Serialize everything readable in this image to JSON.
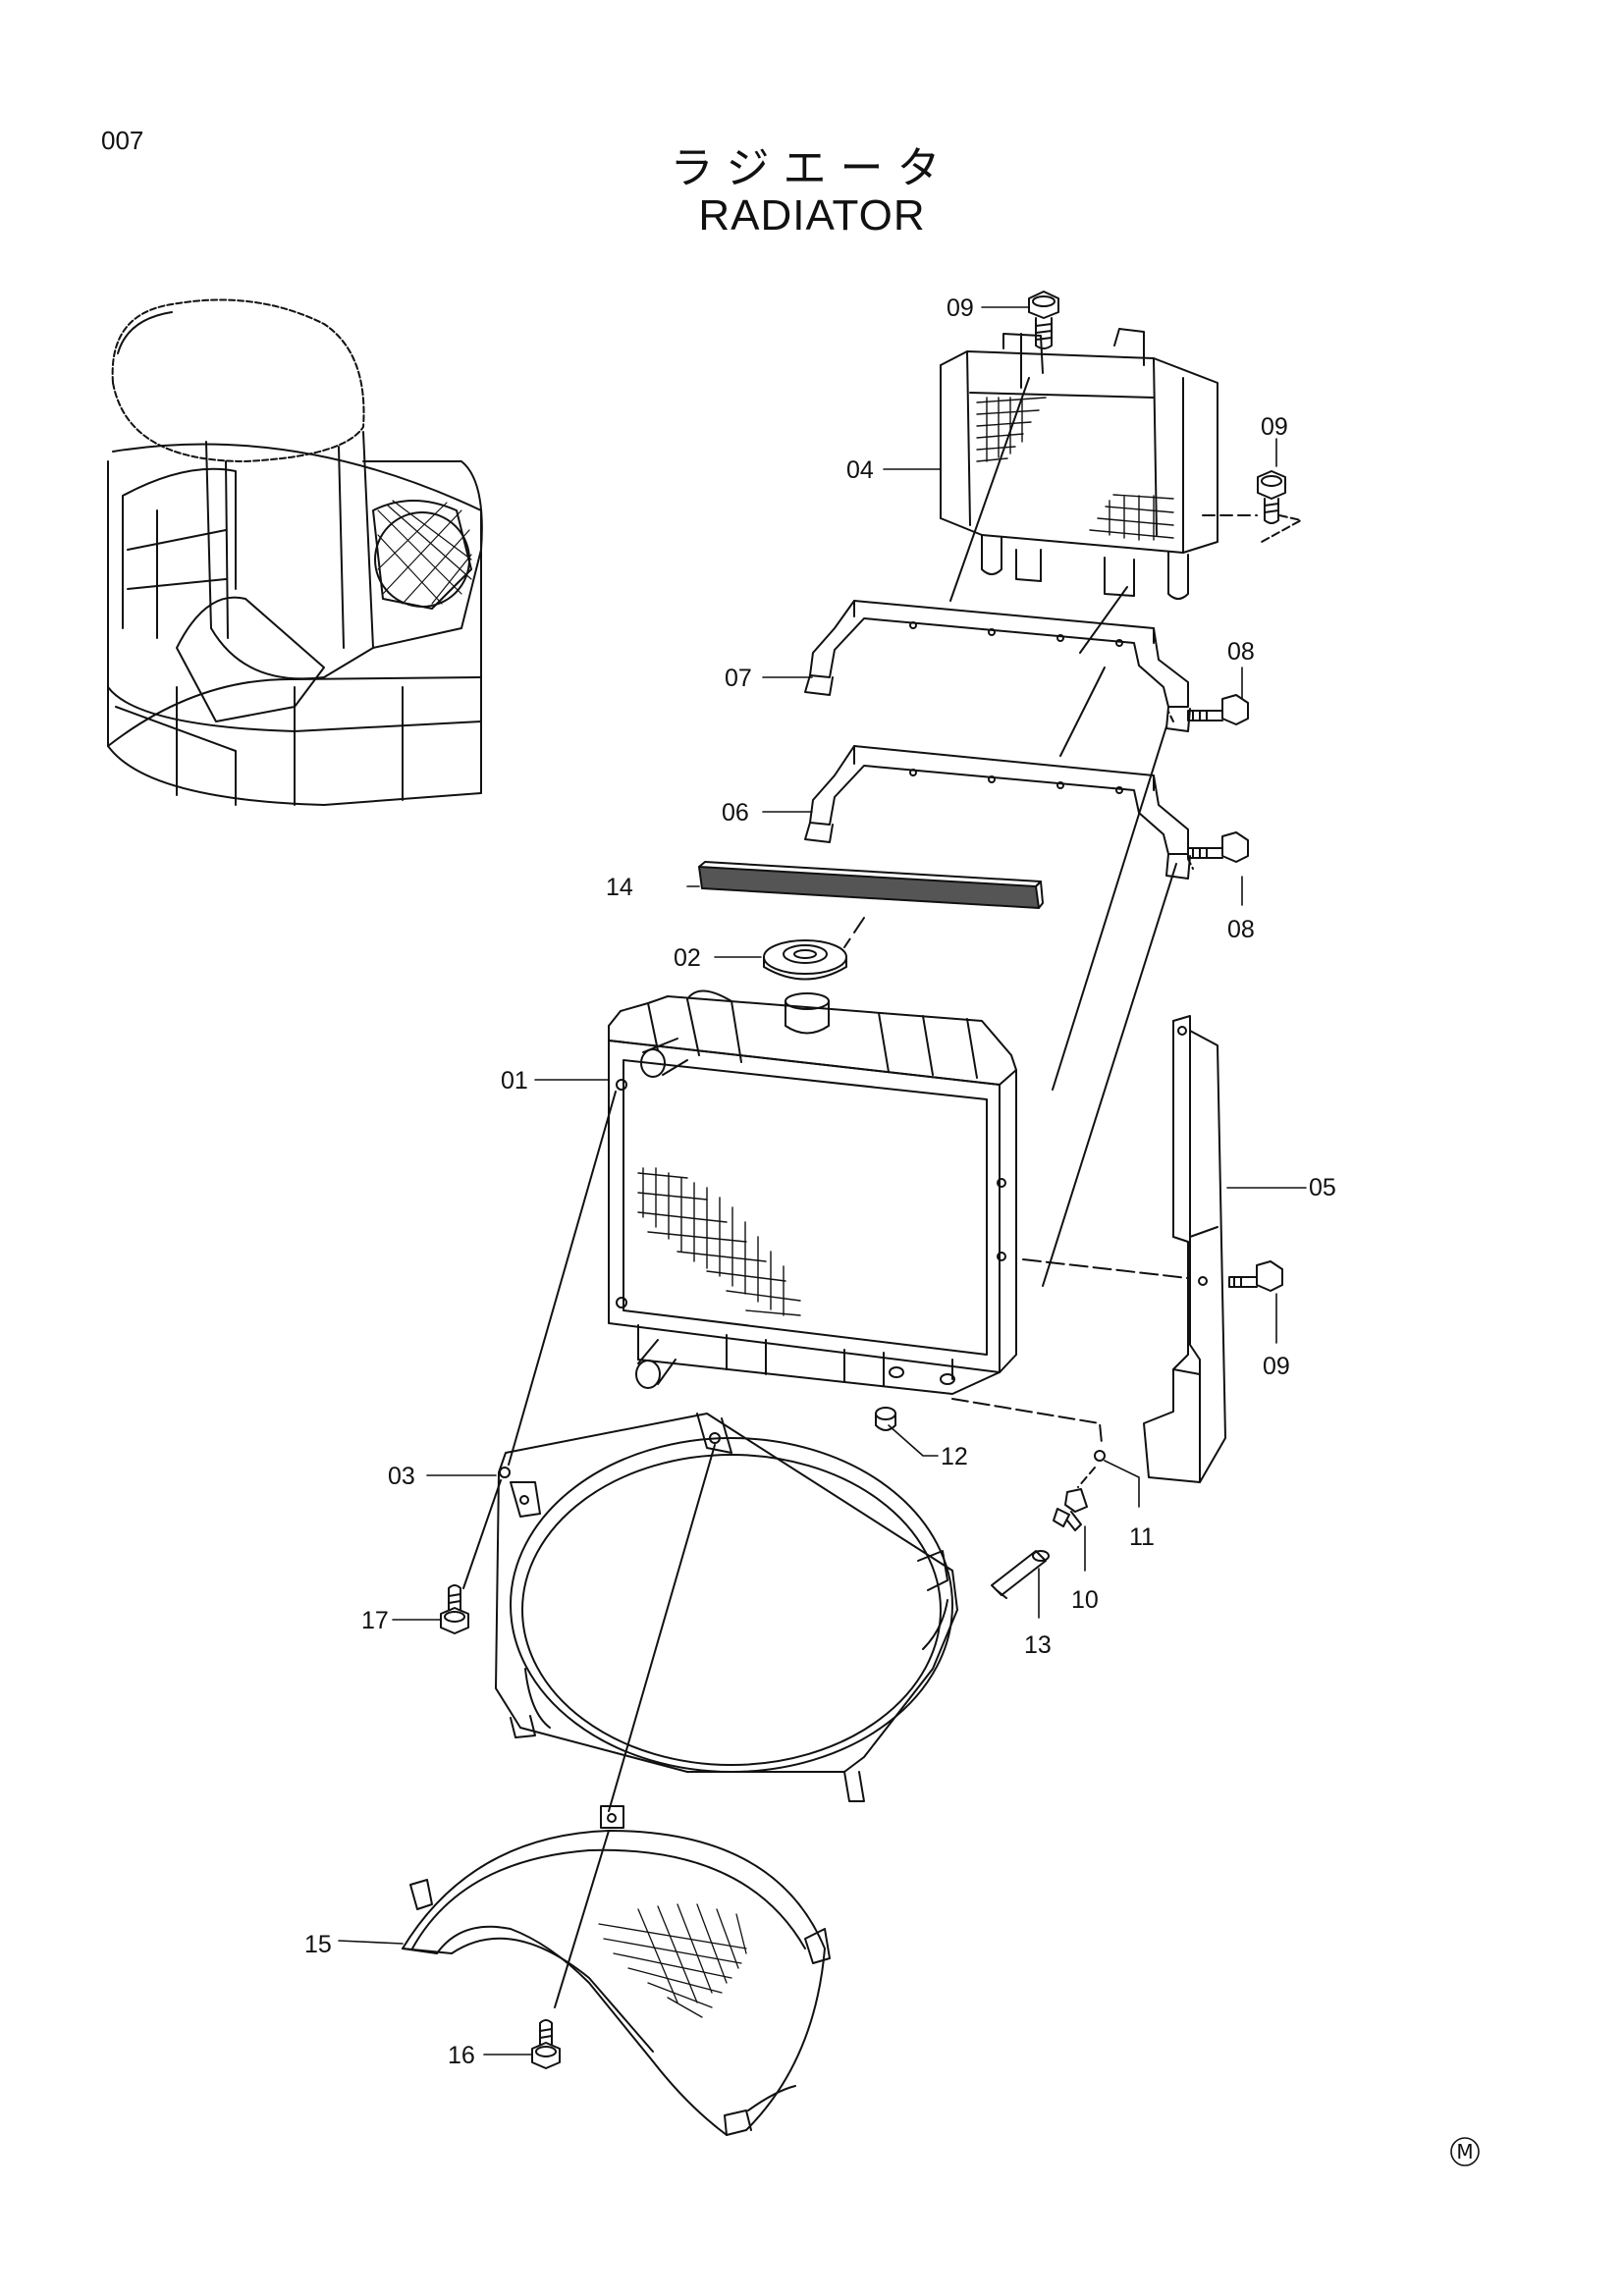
{
  "page": {
    "number": "007"
  },
  "title": {
    "japanese": "ラジエータ",
    "english": "RADIATOR"
  },
  "parts": [
    {
      "ref": "01",
      "label": "01"
    },
    {
      "ref": "02",
      "label": "02"
    },
    {
      "ref": "03",
      "label": "03"
    },
    {
      "ref": "04",
      "label": "04"
    },
    {
      "ref": "05",
      "label": "05"
    },
    {
      "ref": "06",
      "label": "06"
    },
    {
      "ref": "07",
      "label": "07"
    },
    {
      "ref": "08a",
      "label": "08"
    },
    {
      "ref": "08b",
      "label": "08"
    },
    {
      "ref": "09a",
      "label": "09"
    },
    {
      "ref": "09b",
      "label": "09"
    },
    {
      "ref": "09c",
      "label": "09"
    },
    {
      "ref": "10",
      "label": "10"
    },
    {
      "ref": "11",
      "label": "11"
    },
    {
      "ref": "12",
      "label": "12"
    },
    {
      "ref": "13",
      "label": "13"
    },
    {
      "ref": "14",
      "label": "14"
    },
    {
      "ref": "15",
      "label": "15"
    },
    {
      "ref": "16",
      "label": "16"
    },
    {
      "ref": "17",
      "label": "17"
    }
  ],
  "footer": {
    "mark": "M"
  }
}
